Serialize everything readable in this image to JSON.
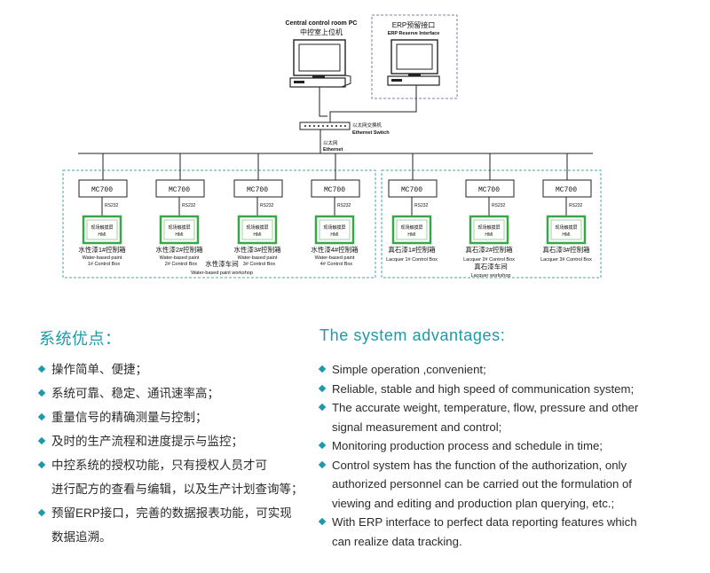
{
  "diagram": {
    "central_pc": {
      "en": "Central control room PC",
      "cn": "中控室上位机"
    },
    "erp": {
      "cn": "ERP预留接口",
      "en": "ERP Reserve Interface"
    },
    "switch": {
      "cn": "以太网交换机",
      "en": "Ethernet Switch"
    },
    "ethernet": {
      "cn": "以太网",
      "en": "Ethernet"
    },
    "mc_label": "MC700",
    "rs_label": "RS232",
    "hmi": {
      "cn": "现场触摸屏",
      "en": "HMI"
    },
    "water_boxes": [
      {
        "cn": "水性漆1#控制箱",
        "en": "Water-based paint",
        "en2": "1# Control Box"
      },
      {
        "cn": "水性漆2#控制箱",
        "en": "Water-based paint",
        "en2": "2# Control Box"
      },
      {
        "cn": "水性漆3#控制箱",
        "en": "Water-based paint",
        "en2": "3# Control Box"
      },
      {
        "cn": "水性漆4#控制箱",
        "en": "Water-based paint",
        "en2": "4# Control Box"
      }
    ],
    "water_workshop": {
      "cn": "水性漆车间",
      "en": "Water-based paint workshop"
    },
    "lacquer_boxes": [
      {
        "cn": "真石漆1#控制箱",
        "en": "Lacquer 1# Control Box"
      },
      {
        "cn": "真石漆2#控制箱",
        "en": "Lacquer 2# Control Box"
      },
      {
        "cn": "真石漆3#控制箱",
        "en": "Lacquer 3# Control Box"
      }
    ],
    "lacquer_workshop": {
      "cn": "真石漆车间",
      "en": "Lacquer workshop"
    }
  },
  "cn": {
    "title": "系统优点：",
    "items": [
      "操作简单、便捷；",
      "系统可靠、稳定、通讯速率高；",
      "重量信号的精确测量与控制；",
      "及时的生产流程和进度提示与监控；",
      "中控系统的授权功能，只有授权人员才可",
      "进行配方的查看与编辑，以及生产计划查询等；",
      "预留ERP接口，完善的数据报表功能，可实现"
    ],
    "item_cont": "数据追溯。"
  },
  "en": {
    "title": "The system advantages:",
    "items": [
      "Simple operation ,convenient;",
      "Reliable, stable and high speed of communication system;",
      "The accurate weight, temperature, flow, pressure and other",
      "signal measurement and control;",
      "Monitoring production process and schedule in time;",
      " Control system has the function of the authorization, only",
      "authorized personnel can be  carried out the formulation of",
      "viewing and editing and production plan querying, etc.;",
      "With ERP interface to perfect data reporting features which",
      "can realize data tracking."
    ]
  },
  "colors": {
    "accent": "#1b9aa8",
    "hmi_border": "#3aa64a",
    "dashed": "#4aa6a6"
  },
  "icons": [
    "desktop-computer-icon",
    "network-switch-icon",
    "diamond-bullet-icon"
  ]
}
